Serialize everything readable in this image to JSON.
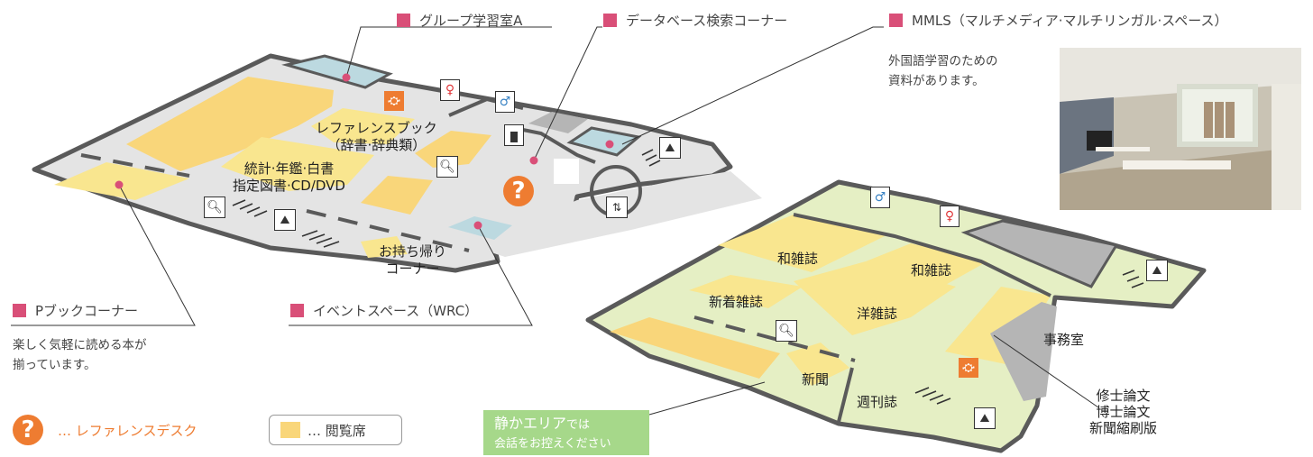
{
  "labels": {
    "group_study": "グループ学習室A",
    "database_search": "データベース検索コーナー",
    "mmls": "MMLS（マルチメディア·マルチリンガル·スペース）",
    "p_book": "Pブックコーナー",
    "event_space": "イベントスペース（WRC）"
  },
  "descriptions": {
    "mmls_line1": "外国語学習のための",
    "mmls_line2": "資料があります。",
    "pbook_line1": "楽しく気軽に読める本が",
    "pbook_line2": "揃っています。"
  },
  "areas": {
    "reference_line1": "レファレンスブック",
    "reference_line2": "（辞書·辞典類）",
    "stats_line1": "統計·年鑑·白書",
    "stats_line2": "指定図書·CD/DVD",
    "takehome_line1": "お持ち帰り",
    "takehome_line2": "コーナー",
    "japanese_mag_1": "和雑誌",
    "japanese_mag_2": "和雑誌",
    "foreign_mag": "洋雑誌",
    "new_mag": "新着雑誌",
    "newspaper": "新聞",
    "weekly": "週刊誌",
    "office": "事務室",
    "theses_line1": "修士論文",
    "theses_line2": "博士論文",
    "theses_line3": "新聞縮刷版"
  },
  "legend": {
    "reference_desk_symbol": "?",
    "reference_desk": "… レファレンスデスク",
    "seating": "… 閲覧席"
  },
  "quiet_area": {
    "title": "静かエリア",
    "suffix": "では",
    "note": "会話をお控えください"
  },
  "colors": {
    "accent_pink": "#d94f78",
    "seat_yellow": "#f9d67a",
    "floor_grey": "#e4e4e4",
    "floor_green": "#e5efc4",
    "room_blue": "#bcd9e0",
    "orange": "#ee7c31",
    "restroom_blue": "#3a83c4",
    "restroom_red": "#e0383b"
  },
  "icons": [
    "search-icon",
    "stairs-icon",
    "elevator-icon",
    "restroom-male-icon",
    "restroom-female-icon",
    "multipurpose-restroom-icon",
    "fountain-icon",
    "reference-desk-icon"
  ]
}
